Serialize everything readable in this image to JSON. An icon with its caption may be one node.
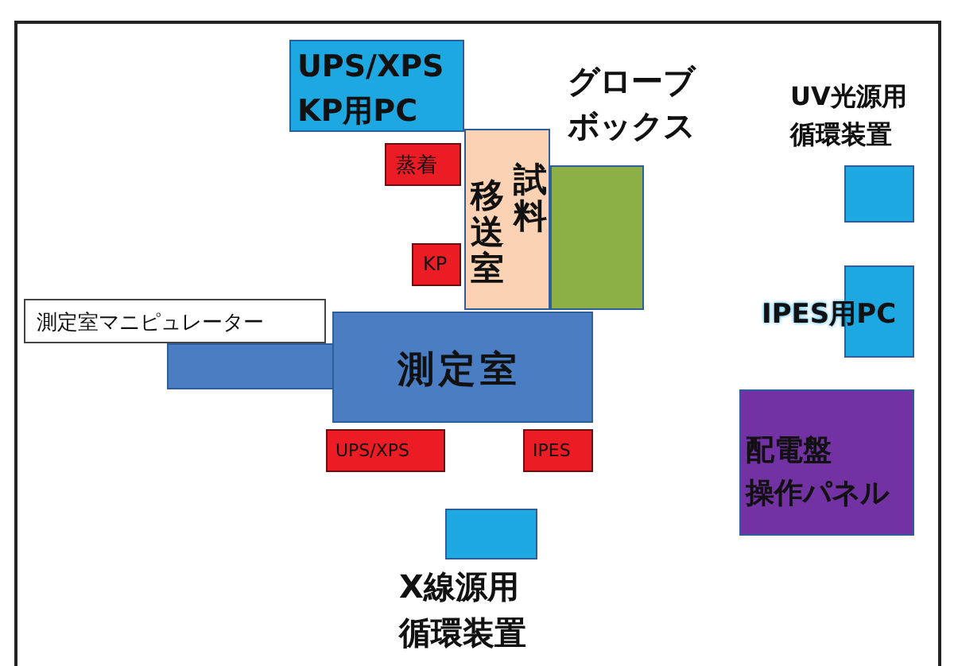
{
  "diagram": {
    "nodes": [
      {
        "text": [
          "UPS/XPS KP用PC"
        ]
      },
      {
        "text": [
          "移送室",
          "試料"
        ]
      },
      {
        "text": [
          "グローブボックス"
        ]
      },
      {
        "text": [
          "蒸着"
        ]
      },
      {
        "text": [
          "KP"
        ]
      },
      {
        "text": [
          "測定室マニピュレーター"
        ]
      },
      {
        "text": [],
        "shape": "bar"
      },
      {
        "text": [
          "測定室"
        ]
      },
      {
        "text": [
          "UPS/XPS"
        ]
      },
      {
        "text": [
          "IPES"
        ]
      },
      {
        "text": [
          "X線源用循環装置"
        ]
      },
      {
        "text": [
          "UV光源用循環装置"
        ]
      },
      {
        "text": [
          "IPES用PC"
        ]
      },
      {
        "text": [
          "配電盤",
          "操作パネル"
        ]
      }
    ]
  }
}
